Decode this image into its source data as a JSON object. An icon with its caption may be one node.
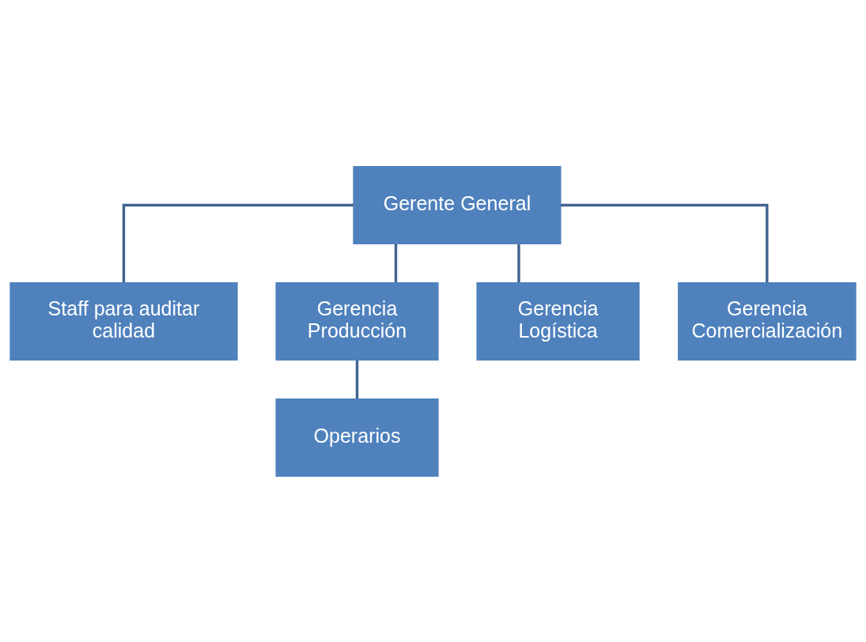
{
  "diagram": {
    "nodes": [
      {
        "text": [
          "Gerente General"
        ]
      },
      {
        "text": [
          "Staff para auditar calidad"
        ]
      },
      {
        "text": [
          "Gerencia Producción"
        ]
      },
      {
        "text": [
          "Gerencia Logística"
        ]
      },
      {
        "text": [
          "Gerencia Comercialización"
        ]
      },
      {
        "text": [
          "Operarios"
        ]
      }
    ],
    "edges": [
      {
        "from": 0,
        "to": 1,
        "arrow": "none"
      },
      {
        "from": 0,
        "to": 2,
        "arrow": "none"
      },
      {
        "from": 0,
        "to": 3,
        "arrow": "none"
      },
      {
        "from": 0,
        "to": 4,
        "arrow": "none"
      },
      {
        "from": 2,
        "to": 5,
        "arrow": "none"
      }
    ]
  }
}
